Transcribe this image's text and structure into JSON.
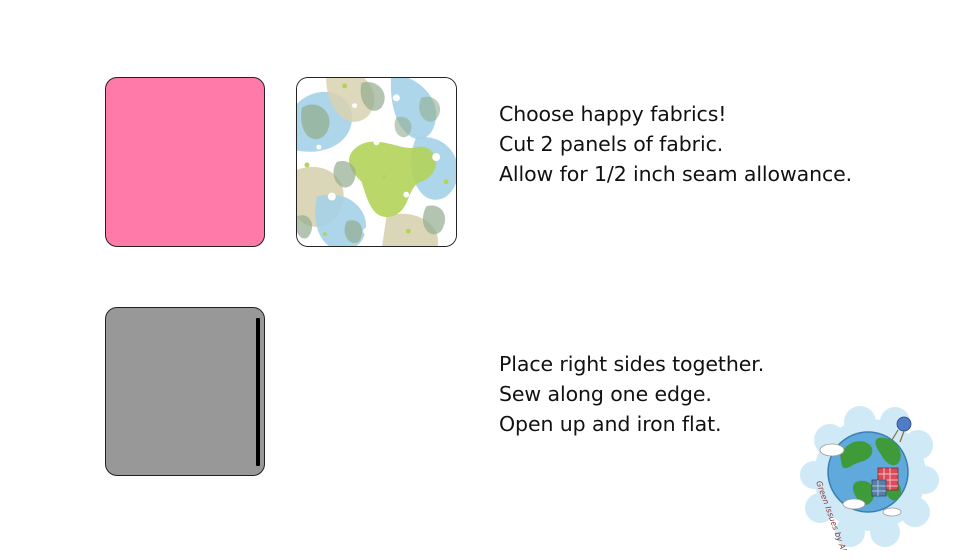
{
  "colors": {
    "pink_fabric": "#ff7aa8",
    "sewn_fabric": "#989898",
    "seam": "#000000",
    "pattern_blue": "#a4d2e8",
    "pattern_tan": "#d8d2b0",
    "pattern_green": "#b3d35a",
    "pattern_gray_green": "#93ad8f"
  },
  "step1": {
    "lines": [
      "Choose happy fabrics!",
      "Cut 2 panels of fabric.",
      "Allow for 1/2 inch seam allowance."
    ]
  },
  "step2": {
    "lines": [
      "Place right sides together.",
      "Sew along one edge.",
      "Open up and iron flat."
    ]
  },
  "logo": {
    "text": "Green Issues by Ally"
  }
}
